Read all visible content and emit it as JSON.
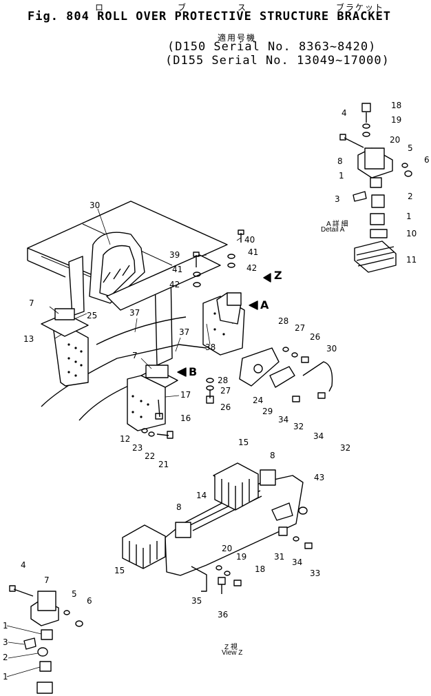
{
  "header": {
    "kana_line": [
      "ロ",
      "ブ",
      "ス",
      "ブラケット"
    ],
    "title": "Fig. 804 ROLL OVER PROTECTIVE STRUCTURE BRACKET",
    "applicability_jp": "適用号機",
    "serial_1": "(D150 Serial No. 8363~8420)",
    "serial_2": "(D155 Serial No. 13049~17000)"
  },
  "views": {
    "detail_a_jp": "A 詳 細",
    "detail_a": "Detail A",
    "view_z_jp": "Z 視",
    "view_z": "View Z",
    "arrow_a": "A",
    "arrow_b": "B",
    "arrow_z": "Z"
  },
  "callouts": {
    "main": [
      "30",
      "39",
      "40",
      "41",
      "41",
      "42",
      "42",
      "7",
      "25",
      "37",
      "13",
      "37",
      "38",
      "28",
      "27",
      "26",
      "7",
      "17",
      "16",
      "12",
      "23",
      "22",
      "21",
      "28",
      "27",
      "26",
      "24",
      "29",
      "34",
      "32",
      "30",
      "34",
      "32"
    ],
    "detail_a": [
      "18",
      "19",
      "20",
      "4",
      "5",
      "6",
      "8",
      "1",
      "3",
      "2",
      "1",
      "10",
      "11"
    ],
    "view_z": [
      "15",
      "8",
      "43",
      "14",
      "8",
      "31",
      "34",
      "33",
      "20",
      "19",
      "18",
      "15",
      "35",
      "36"
    ],
    "bottom_left": [
      "4",
      "7",
      "5",
      "6",
      "1",
      "3",
      "2",
      "1"
    ]
  }
}
